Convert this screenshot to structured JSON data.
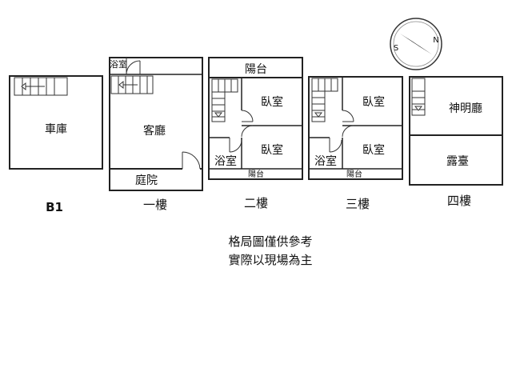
{
  "floors": {
    "b1": {
      "name": "B1",
      "rooms": {
        "garage": "車庫"
      }
    },
    "f1": {
      "name": "一樓",
      "rooms": {
        "bath": "浴室",
        "living": "客廳",
        "yard": "庭院"
      }
    },
    "f2": {
      "name": "二樓",
      "rooms": {
        "balcony": "陽台",
        "bedroom_a": "臥室",
        "bedroom_b": "臥室",
        "bath": "浴室",
        "balcony_back": "陽台"
      }
    },
    "f3": {
      "name": "三樓",
      "rooms": {
        "bedroom_a": "臥室",
        "bedroom_b": "臥室",
        "bath": "浴室",
        "balcony_back": "陽台"
      }
    },
    "f4": {
      "name": "四樓",
      "rooms": {
        "shrine": "神明廳",
        "terrace": "露臺"
      }
    }
  },
  "compass": {
    "north": "N",
    "south": "S"
  },
  "notes": {
    "line1": "格局圖僅供參考",
    "line2": "實際以現場為主"
  }
}
